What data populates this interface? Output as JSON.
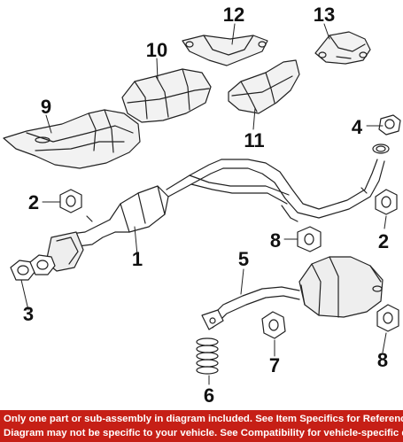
{
  "diagram": {
    "callouts": [
      "1",
      "2",
      "2",
      "3",
      "4",
      "5",
      "6",
      "7",
      "8",
      "8",
      "9",
      "10",
      "11",
      "12",
      "13"
    ]
  },
  "footer": {
    "line1": "Only one part or sub-assembly in diagram included. See Item Specifics for Reference #.",
    "line2": "Diagram may not be specific to your vehicle. See Compatibility for vehicle-specific diagrams."
  },
  "colors": {
    "footer_bg": "#c61f16",
    "footer_text": "#ffffff",
    "line_art": "#222222"
  }
}
